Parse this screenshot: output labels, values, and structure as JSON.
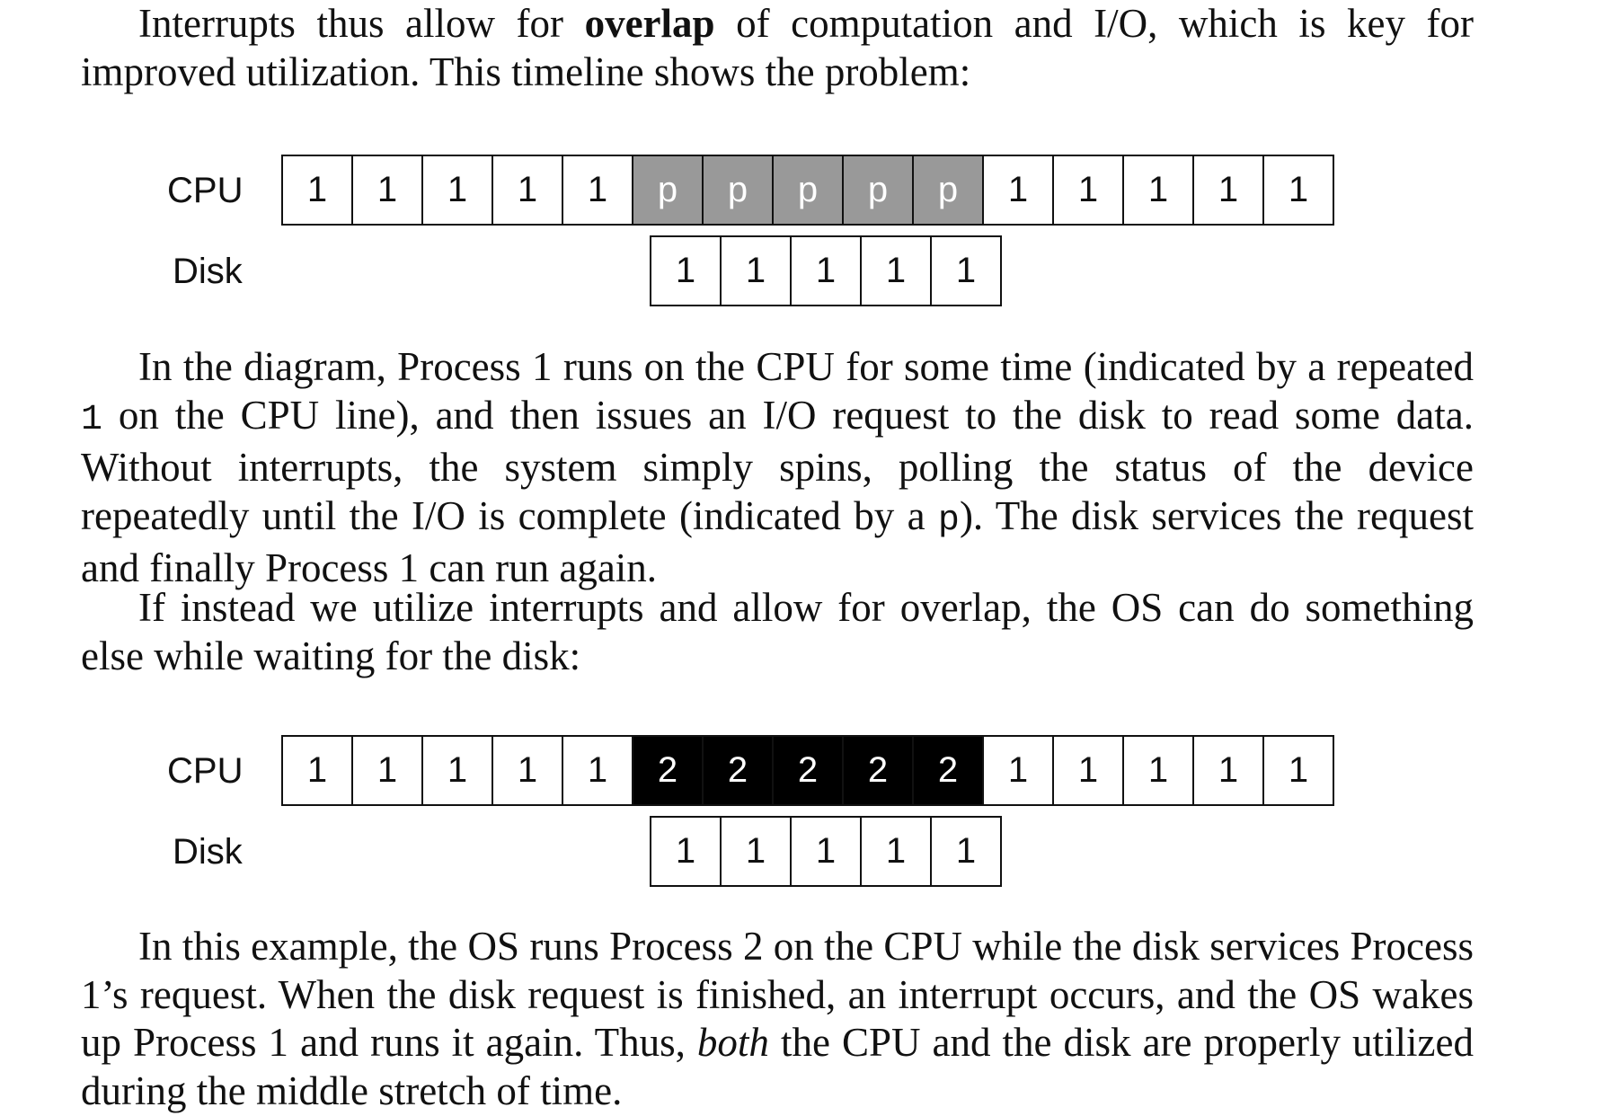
{
  "text": {
    "p1_a": "Interrupts thus allow for ",
    "p1_bold": "overlap",
    "p1_b": " of computation and I/O, which is key for improved utilization. This timeline shows the problem:",
    "p2_a": "In the diagram, Process 1 runs on the CPU for some time (indicated by a repeated ",
    "p2_code1": "1",
    "p2_b": " on the CPU line), and then issues an I/O request to the disk to read some data. Without interrupts, the system simply spins, polling the status of the device repeatedly until the I/O is complete (indicated by a ",
    "p2_code2": "p",
    "p2_c": "). The disk services the request and finally Process 1 can run again.",
    "p3": "If instead we utilize interrupts and allow for overlap, the OS can do something else while waiting for the disk:",
    "p4_a": "In this example, the OS runs Process 2 on the CPU while the disk services Process 1’s request. When the disk request is finished, an interrupt occurs, and the OS wakes up Process 1 and runs it again. Thus, ",
    "p4_ital": "both",
    "p4_b": " the CPU and the disk are properly utilized during the middle stretch of time."
  },
  "timeline1": {
    "cpu_label": "CPU",
    "disk_label": "Disk",
    "cpu": [
      "1",
      "1",
      "1",
      "1",
      "1",
      "p",
      "p",
      "p",
      "p",
      "p",
      "1",
      "1",
      "1",
      "1",
      "1"
    ],
    "disk": [
      "1",
      "1",
      "1",
      "1",
      "1"
    ]
  },
  "timeline2": {
    "cpu_label": "CPU",
    "disk_label": "Disk",
    "cpu": [
      "1",
      "1",
      "1",
      "1",
      "1",
      "2",
      "2",
      "2",
      "2",
      "2",
      "1",
      "1",
      "1",
      "1",
      "1"
    ],
    "disk": [
      "1",
      "1",
      "1",
      "1",
      "1"
    ]
  },
  "colors": {
    "polling_fill": "#999999",
    "process2_fill": "#000000"
  }
}
